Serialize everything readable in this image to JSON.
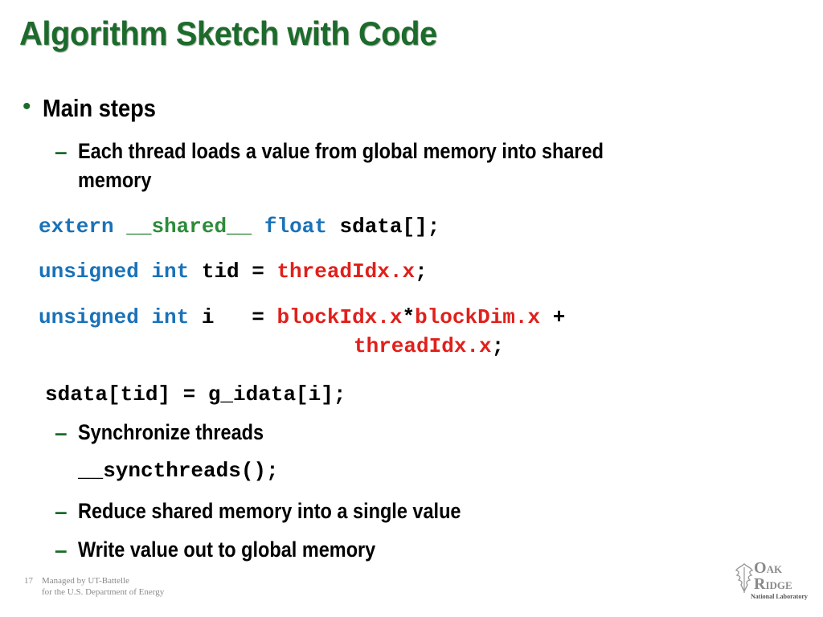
{
  "slide": {
    "title": "Algorithm Sketch with Code",
    "bullet_main": "Main steps",
    "steps": [
      "Each thread loads a value from global memory into shared",
      "memory",
      "Synchronize threads",
      "Reduce shared memory into a single value",
      "Write value out to global memory"
    ],
    "code": {
      "line1": {
        "extern": "extern",
        "shared": "__shared__",
        "float": "float",
        "rest": " sdata[];"
      },
      "line2": {
        "kw": "unsigned int",
        "mid": " tid = ",
        "builtin": "threadIdx.x",
        "end": ";"
      },
      "line3": {
        "kw": "unsigned int",
        "mid": " i   = ",
        "b1": "blockIdx.x",
        "op": "*",
        "b2": "blockDim.x",
        "end": " +"
      },
      "line4": {
        "builtin": "threadIdx.x",
        "end": ";"
      },
      "line5": "sdata[tid] = g_idata[i];",
      "line6": "__syncthreads();"
    },
    "colors": {
      "title": "#1c6b2b",
      "keyword": "#1a72b8",
      "shared": "#2e8b3a",
      "builtin": "#e0201b"
    }
  },
  "footer": {
    "page_number": "17",
    "line1": "Managed by UT-Battelle",
    "line2": "for the U.S. Department of Energy"
  },
  "logo": {
    "word1_cap": "O",
    "word1_rest": "AK",
    "word2_cap": "R",
    "word2_rest": "IDGE",
    "subtitle": "National Laboratory",
    "icon": "oak-leaf-icon"
  }
}
